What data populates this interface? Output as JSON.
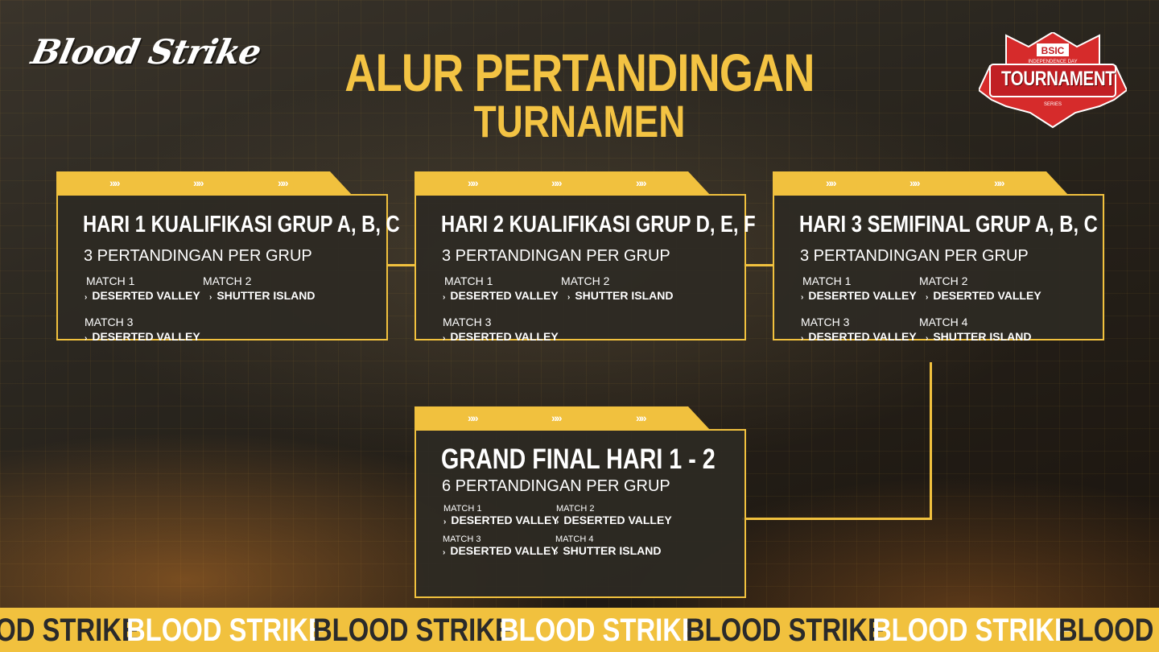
{
  "brand": {
    "logo_text": "Blood Strike"
  },
  "header": {
    "title_line1": "ALUR PERTANDINGAN",
    "title_line2": "TURNAMEN"
  },
  "badge": {
    "top_text": "BSIC",
    "sub_text": "INDEPENDENCE DAY",
    "main_text": "TOURNAMENT",
    "small_text": "SERIES"
  },
  "cards": {
    "day1": {
      "heading": "HARI 1 KUALIFIKASI GRUP A, B, C",
      "subheading": "3 PERTANDINGAN PER GRUP",
      "matches": [
        {
          "label": "MATCH 1",
          "map": "DESERTED VALLEY"
        },
        {
          "label": "MATCH 2",
          "map": "SHUTTER ISLAND"
        },
        {
          "label": "MATCH 3",
          "map": "DESERTED VALLEY"
        }
      ]
    },
    "day2": {
      "heading": "HARI 2  KUALIFIKASI GRUP D, E, F",
      "subheading": "3 PERTANDINGAN PER GRUP",
      "matches": [
        {
          "label": "MATCH 1",
          "map": "DESERTED VALLEY"
        },
        {
          "label": "MATCH 2",
          "map": "SHUTTER ISLAND"
        },
        {
          "label": "MATCH 3",
          "map": "DESERTED VALLEY"
        }
      ]
    },
    "day3": {
      "heading": "HARI 3 SEMIFINAL GRUP A, B, C",
      "subheading": "3 PERTANDINGAN PER GRUP",
      "matches": [
        {
          "label": "MATCH 1",
          "map": "DESERTED VALLEY"
        },
        {
          "label": "MATCH 2",
          "map": "DESERTED VALLEY"
        },
        {
          "label": "MATCH 3",
          "map": "DESERTED VALLEY"
        },
        {
          "label": "MATCH 4",
          "map": "SHUTTER ISLAND"
        }
      ]
    },
    "final": {
      "heading": "GRAND FINAL HARI 1 - 2",
      "subheading": "6 PERTANDINGAN PER GRUP",
      "matches": [
        {
          "label": "MATCH 1",
          "map": "DESERTED VALLEY"
        },
        {
          "label": "MATCH 2",
          "map": "DESERTED VALLEY"
        },
        {
          "label": "MATCH 3",
          "map": "DESERTED VALLEY"
        },
        {
          "label": "MATCH 4",
          "map": "SHUTTER ISLAND"
        }
      ]
    }
  },
  "tab_arrows": "»»",
  "ticker": {
    "text": "BLOOD STRIKE"
  },
  "colors": {
    "accent": "#f1c13e",
    "card_bg": "#2d2a23",
    "badge_red": "#d62b2b"
  },
  "icons": {
    "bullet": "chevron-right-icon",
    "tab_arrow": "triple-chevron-icon"
  }
}
